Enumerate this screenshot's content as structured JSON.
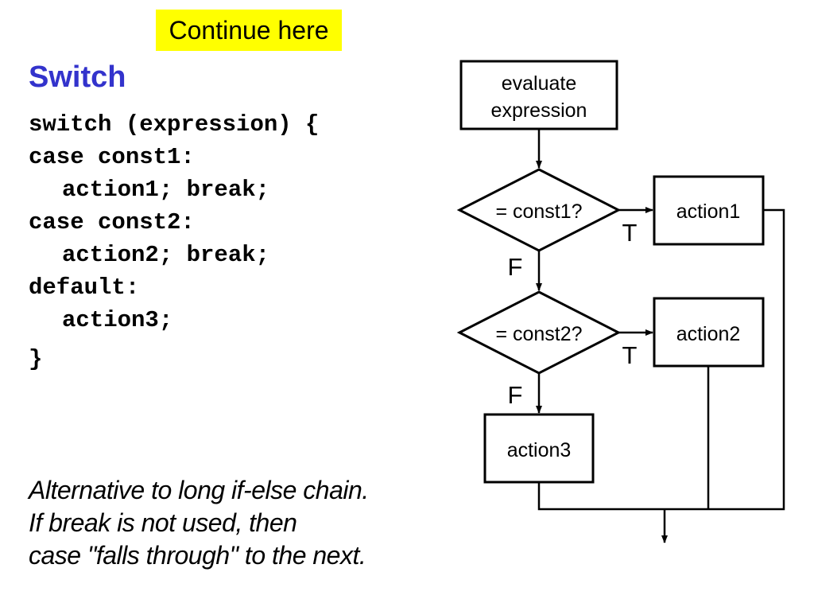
{
  "banner": {
    "label": "Continue here",
    "color": "#ffff00"
  },
  "title": {
    "text": "Switch",
    "color": "#3333cc"
  },
  "code_lines": [
    "switch (expression) {",
    "case const1:",
    "action1; break;",
    "case const2:",
    "action2; break;",
    "default:",
    "action3;",
    "}"
  ],
  "note_lines": [
    "Alternative to long if-else chain.",
    "If break is not used, then",
    "case \"falls through\" to the next."
  ],
  "flowchart": {
    "evaluate": [
      "evaluate",
      "expression"
    ],
    "decision1": "= const1?",
    "decision2": "= const2?",
    "action1": "action1",
    "action2": "action2",
    "action3": "action3",
    "true_label": "T",
    "false_label": "F"
  }
}
